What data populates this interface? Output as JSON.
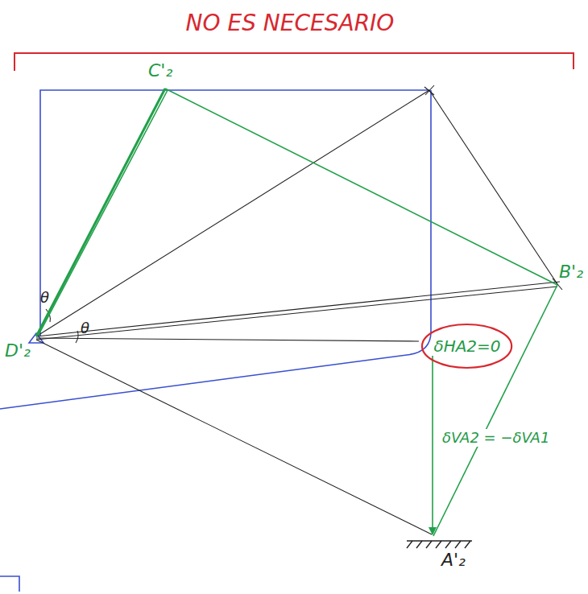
{
  "diagram": {
    "nodes": [
      {
        "text": [
          "δHA2=0"
        ]
      }
    ],
    "labels": [
      "NO ES NECESARIO",
      "C'₂",
      "θ",
      "D'₂",
      "θ",
      "B'₂",
      "δVA2 = −δVA1",
      "A'₂"
    ]
  }
}
